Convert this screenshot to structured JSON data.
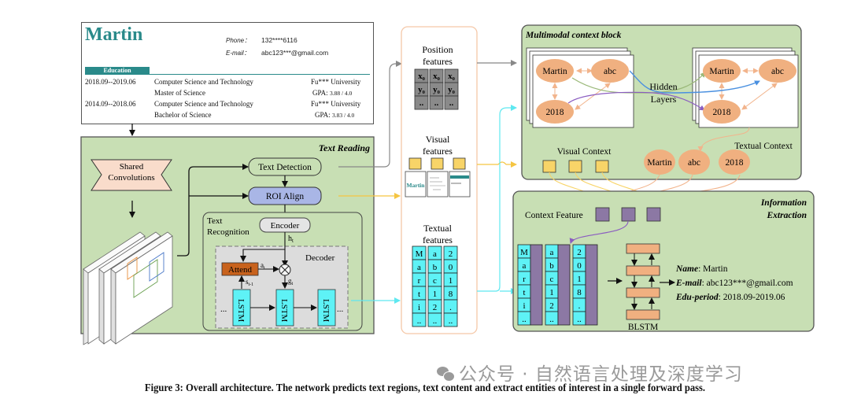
{
  "resume": {
    "name": "Martin",
    "phone_label": "Phone：",
    "phone_value": "132****6116",
    "email_label": "E-mail：",
    "email_value": "abc123***@gmail.com",
    "section_title": "Education",
    "entries": [
      {
        "period": "2018.09--2019.06",
        "major": "Computer Science and Technology",
        "degree": "Master of Science",
        "school": "Fu*** University",
        "gpa_label": "GPA:",
        "gpa_value": "3.88 / 4.0"
      },
      {
        "period": "2014.09--2018.06",
        "major": "Computer Science and Technology",
        "degree": "Bachelor of Science",
        "school": "Fu*** University",
        "gpa_label": "GPA:",
        "gpa_value": "3.83 / 4.0"
      }
    ]
  },
  "text_reading": {
    "title": "Text Reading",
    "shared_conv": [
      "Shared",
      "Convolutions"
    ],
    "text_detection": "Text Detection",
    "roi_align": "ROI Align",
    "text_recognition": [
      "Text",
      "Recognition"
    ],
    "encoder": "Encoder",
    "h_t": "h",
    "h_sub": "t",
    "decoder": "Decoder",
    "attend": "Attend",
    "a_t": "a",
    "a_sub": "t",
    "g_t": "g",
    "g_sub": "t",
    "s_t1": "s",
    "s_sub": "t-1",
    "lstm": "LSTM",
    "ellipsis": "..."
  },
  "features": {
    "position_title": [
      "Position",
      "features"
    ],
    "position_rows": [
      [
        "x₀",
        "x₀",
        "x₀"
      ],
      [
        "y₀",
        "y₀",
        "y₀"
      ],
      [
        "..",
        "..",
        ".."
      ]
    ],
    "visual_title": [
      "Visual",
      "features"
    ],
    "visual_thumb_text": "Martin",
    "textual_title": [
      "Textual",
      "features"
    ],
    "textual_columns": [
      [
        "M",
        "a",
        "r",
        "t",
        "i",
        ".."
      ],
      [
        "a",
        "b",
        "c",
        "1",
        "2",
        ".."
      ],
      [
        "2",
        "0",
        "1",
        "8",
        ".",
        ".."
      ]
    ]
  },
  "multimodal": {
    "title": "Multimodal context block",
    "nodes": [
      "Martin",
      "abc",
      "2018"
    ],
    "hidden_layers": [
      "Hidden",
      "Layers"
    ],
    "visual_context": "Visual Context",
    "textual_context": "Textual Context"
  },
  "info_extraction": {
    "title": [
      "Information",
      "Extraction"
    ],
    "context_feature": "Context Feature",
    "blstm": "BLSTM",
    "outputs": [
      {
        "key": "Name",
        "value": ": Martin"
      },
      {
        "key": "E-mail",
        "value": ": abc123***@gmail.com"
      },
      {
        "key": "Edu-period",
        "value": ": 2018.09-2019.06"
      }
    ]
  },
  "caption": "Figure 3: Overall architecture. The network predicts text regions, text content and extract entities of interest in a single forward pass.",
  "watermark": "公众号 · 自然语言处理及深度学习",
  "colors": {
    "green_panel": "#c8dfb4",
    "teal": "#2a8a8a",
    "cyan": "#5ef2f6",
    "orange_node": "#f0b080",
    "yellow": "#f8d468",
    "purple": "#8c78a4",
    "roi_blue": "#a9b6e6",
    "attend": "#c8621c",
    "decoder_gray": "#dcdcdc"
  }
}
